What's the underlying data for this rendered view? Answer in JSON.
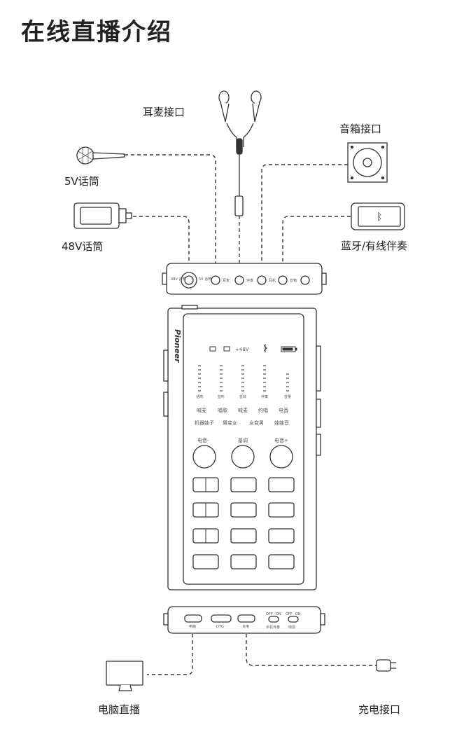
{
  "title": "在线直播介绍",
  "labels": {
    "earphone": "耳麦接口",
    "speaker": "音箱接口",
    "mic5v": "5V话筒",
    "mic48v": "48V话筒",
    "bluetooth": "蓝牙/有线伴奏",
    "pc_live": "电脑直播",
    "charge": "充电接口"
  },
  "device": {
    "brand": "Pioneer",
    "phantom": "+48V",
    "top_ports": [
      "48V 话筒",
      "5V 话筒",
      "耳麦",
      "伴奏",
      "耳机",
      "音箱"
    ],
    "level_labels": [
      "话筒",
      "监听",
      "音效",
      "伴奏",
      "音量"
    ],
    "effect_row1": [
      "喊麦",
      "唱歌",
      "喊麦",
      "约唱",
      "电音"
    ],
    "effect_row2": [
      "机器娃子",
      "男变女",
      "女变男",
      "娃娃音"
    ],
    "knob_labels": [
      "电音-",
      "基调",
      "电音+"
    ],
    "bottom_ports": [
      "电脑",
      "OTG",
      "充电"
    ],
    "switch_labels": [
      "OFF",
      "ON",
      "OFF",
      "ON"
    ],
    "switch_names": [
      "手机伴奏",
      "电源"
    ]
  }
}
